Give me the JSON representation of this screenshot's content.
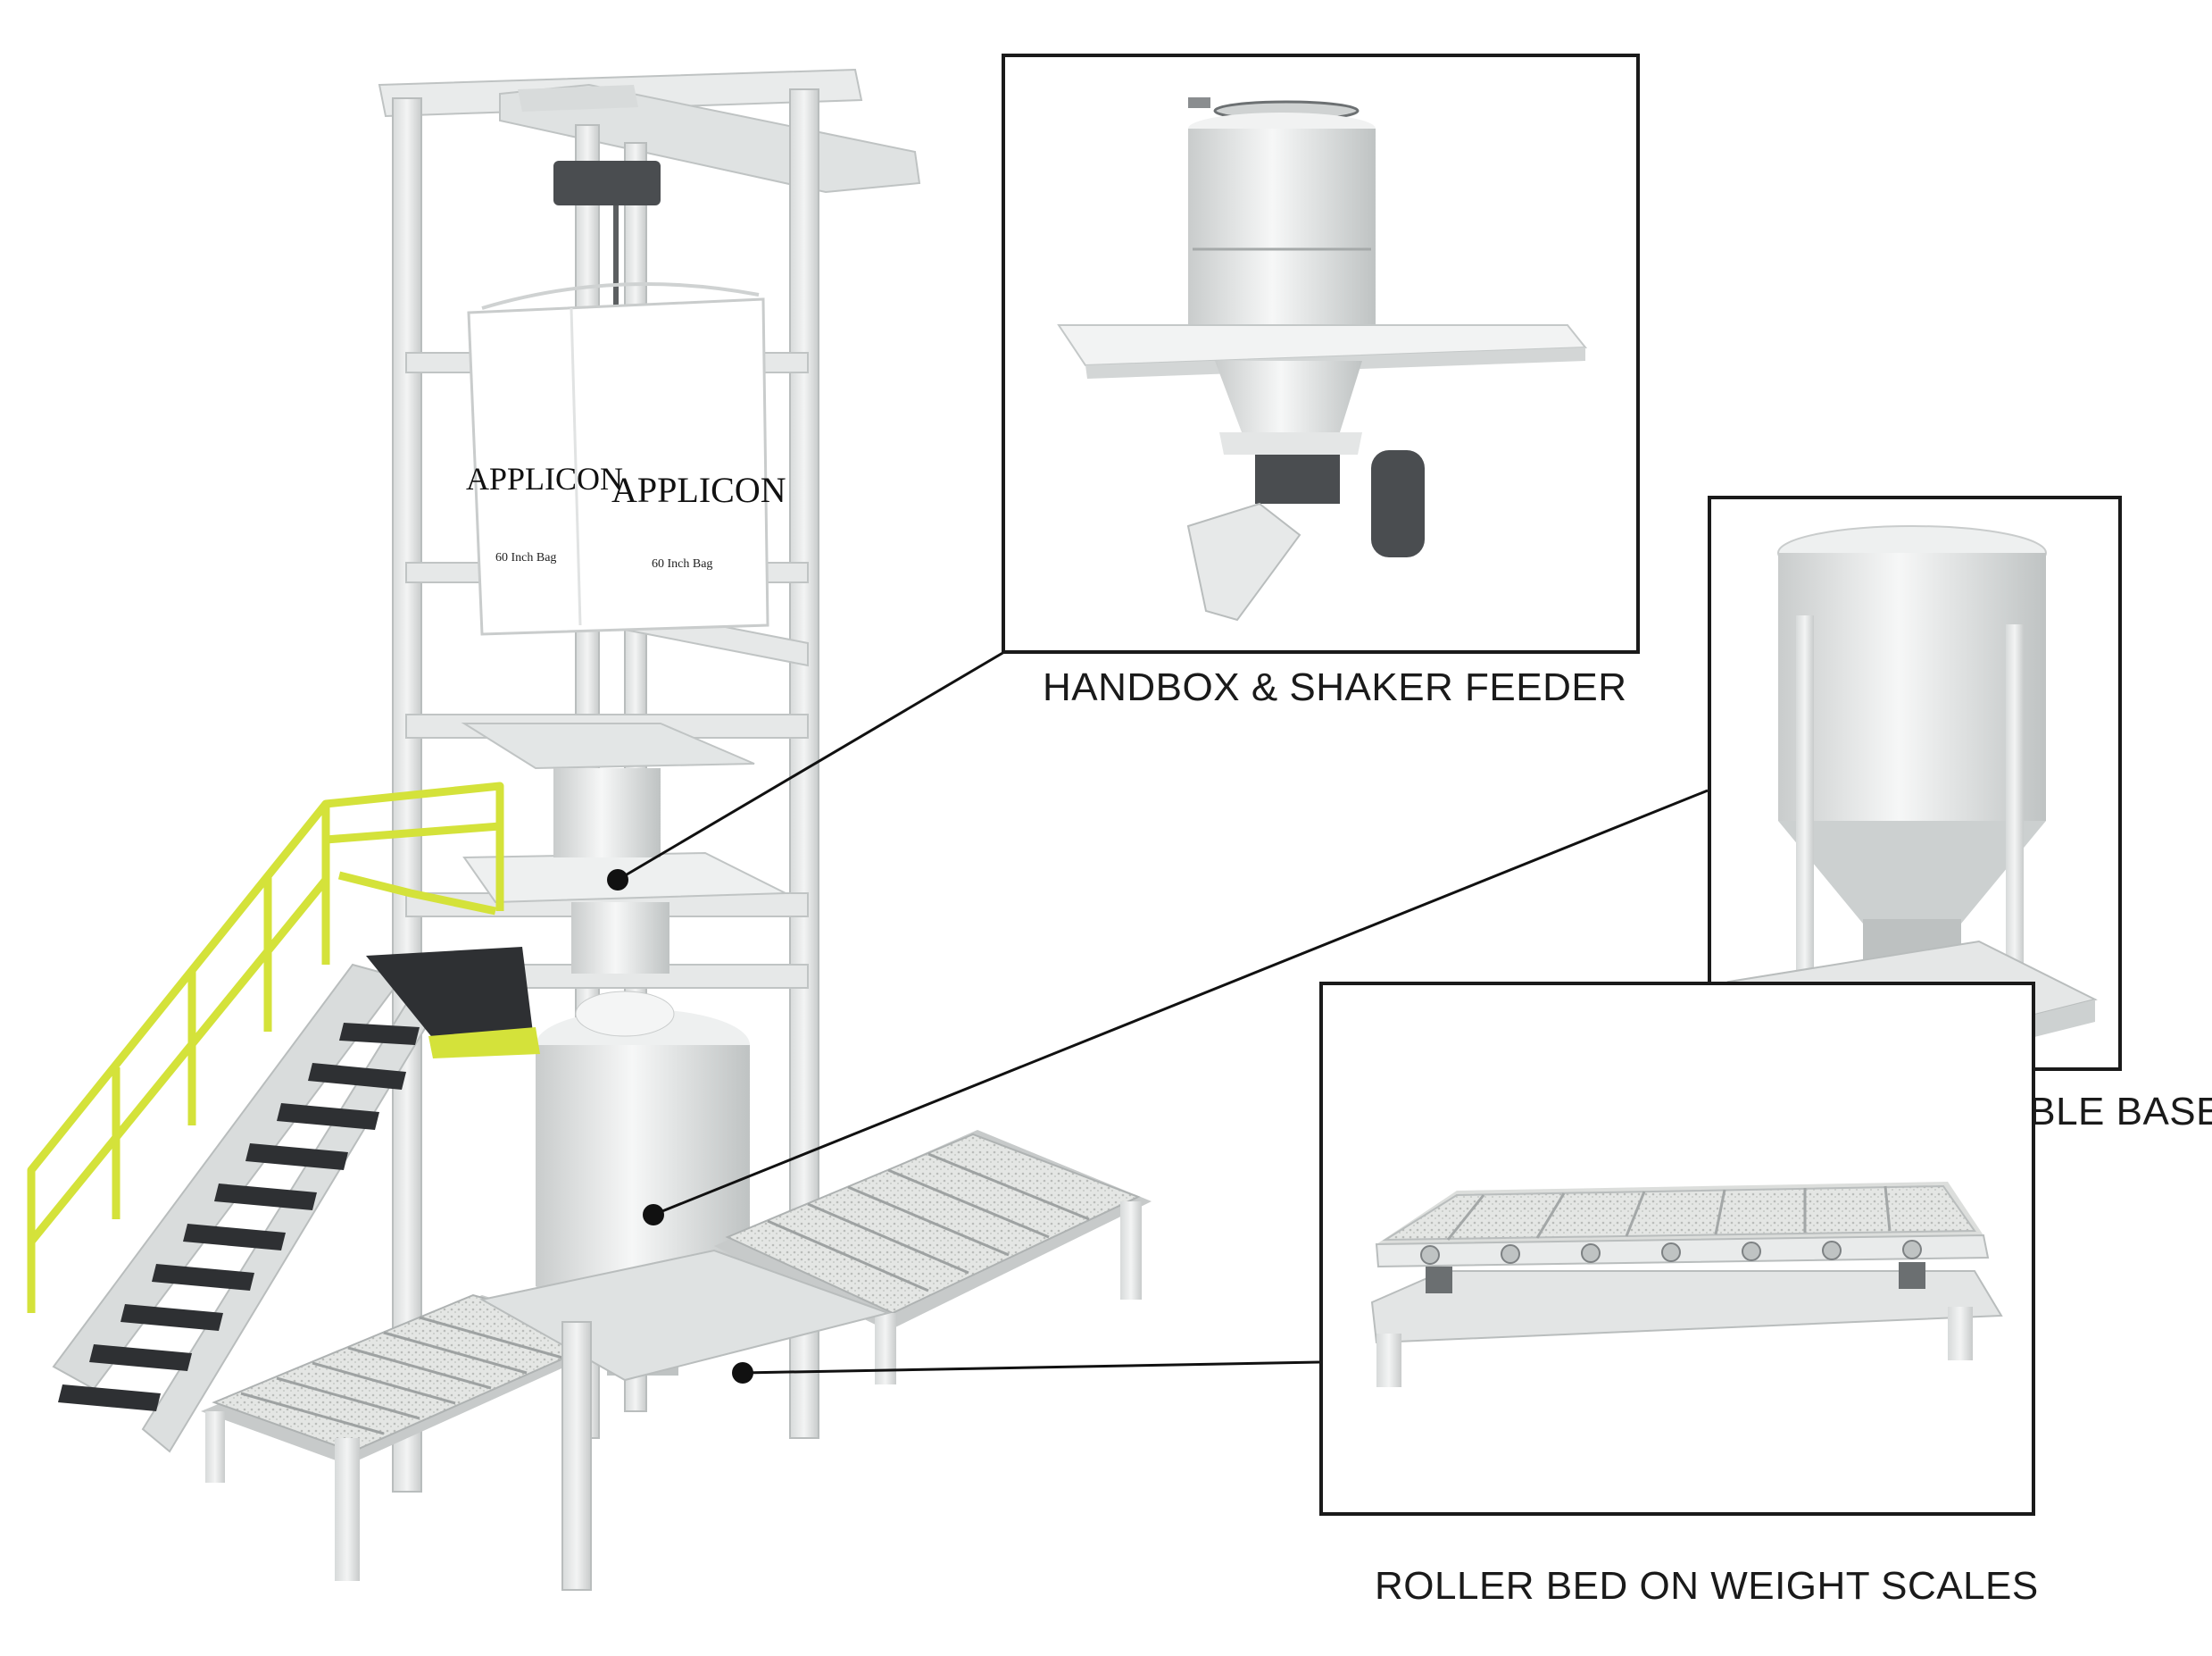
{
  "bag": {
    "brand_left": "APPLICON",
    "brand_right": "APPLICON",
    "size_left": "60 Inch Bag",
    "size_right": "60 Inch Bag"
  },
  "callouts": [
    {
      "id": "handbox",
      "label": "HANDBOX & SHAKER FEEDER"
    },
    {
      "id": "bin",
      "label": "SANITARY BIN ON PORTABLE BASE"
    },
    {
      "id": "roller",
      "label": "ROLLER BED ON WEIGHT SCALES"
    }
  ],
  "colors": {
    "frame": "#e6e8e8",
    "frame_shade": "#c9cccc",
    "railing": "#d4e23a",
    "outline": "#1a1a1a",
    "roller_fill": "#dcdedc"
  }
}
